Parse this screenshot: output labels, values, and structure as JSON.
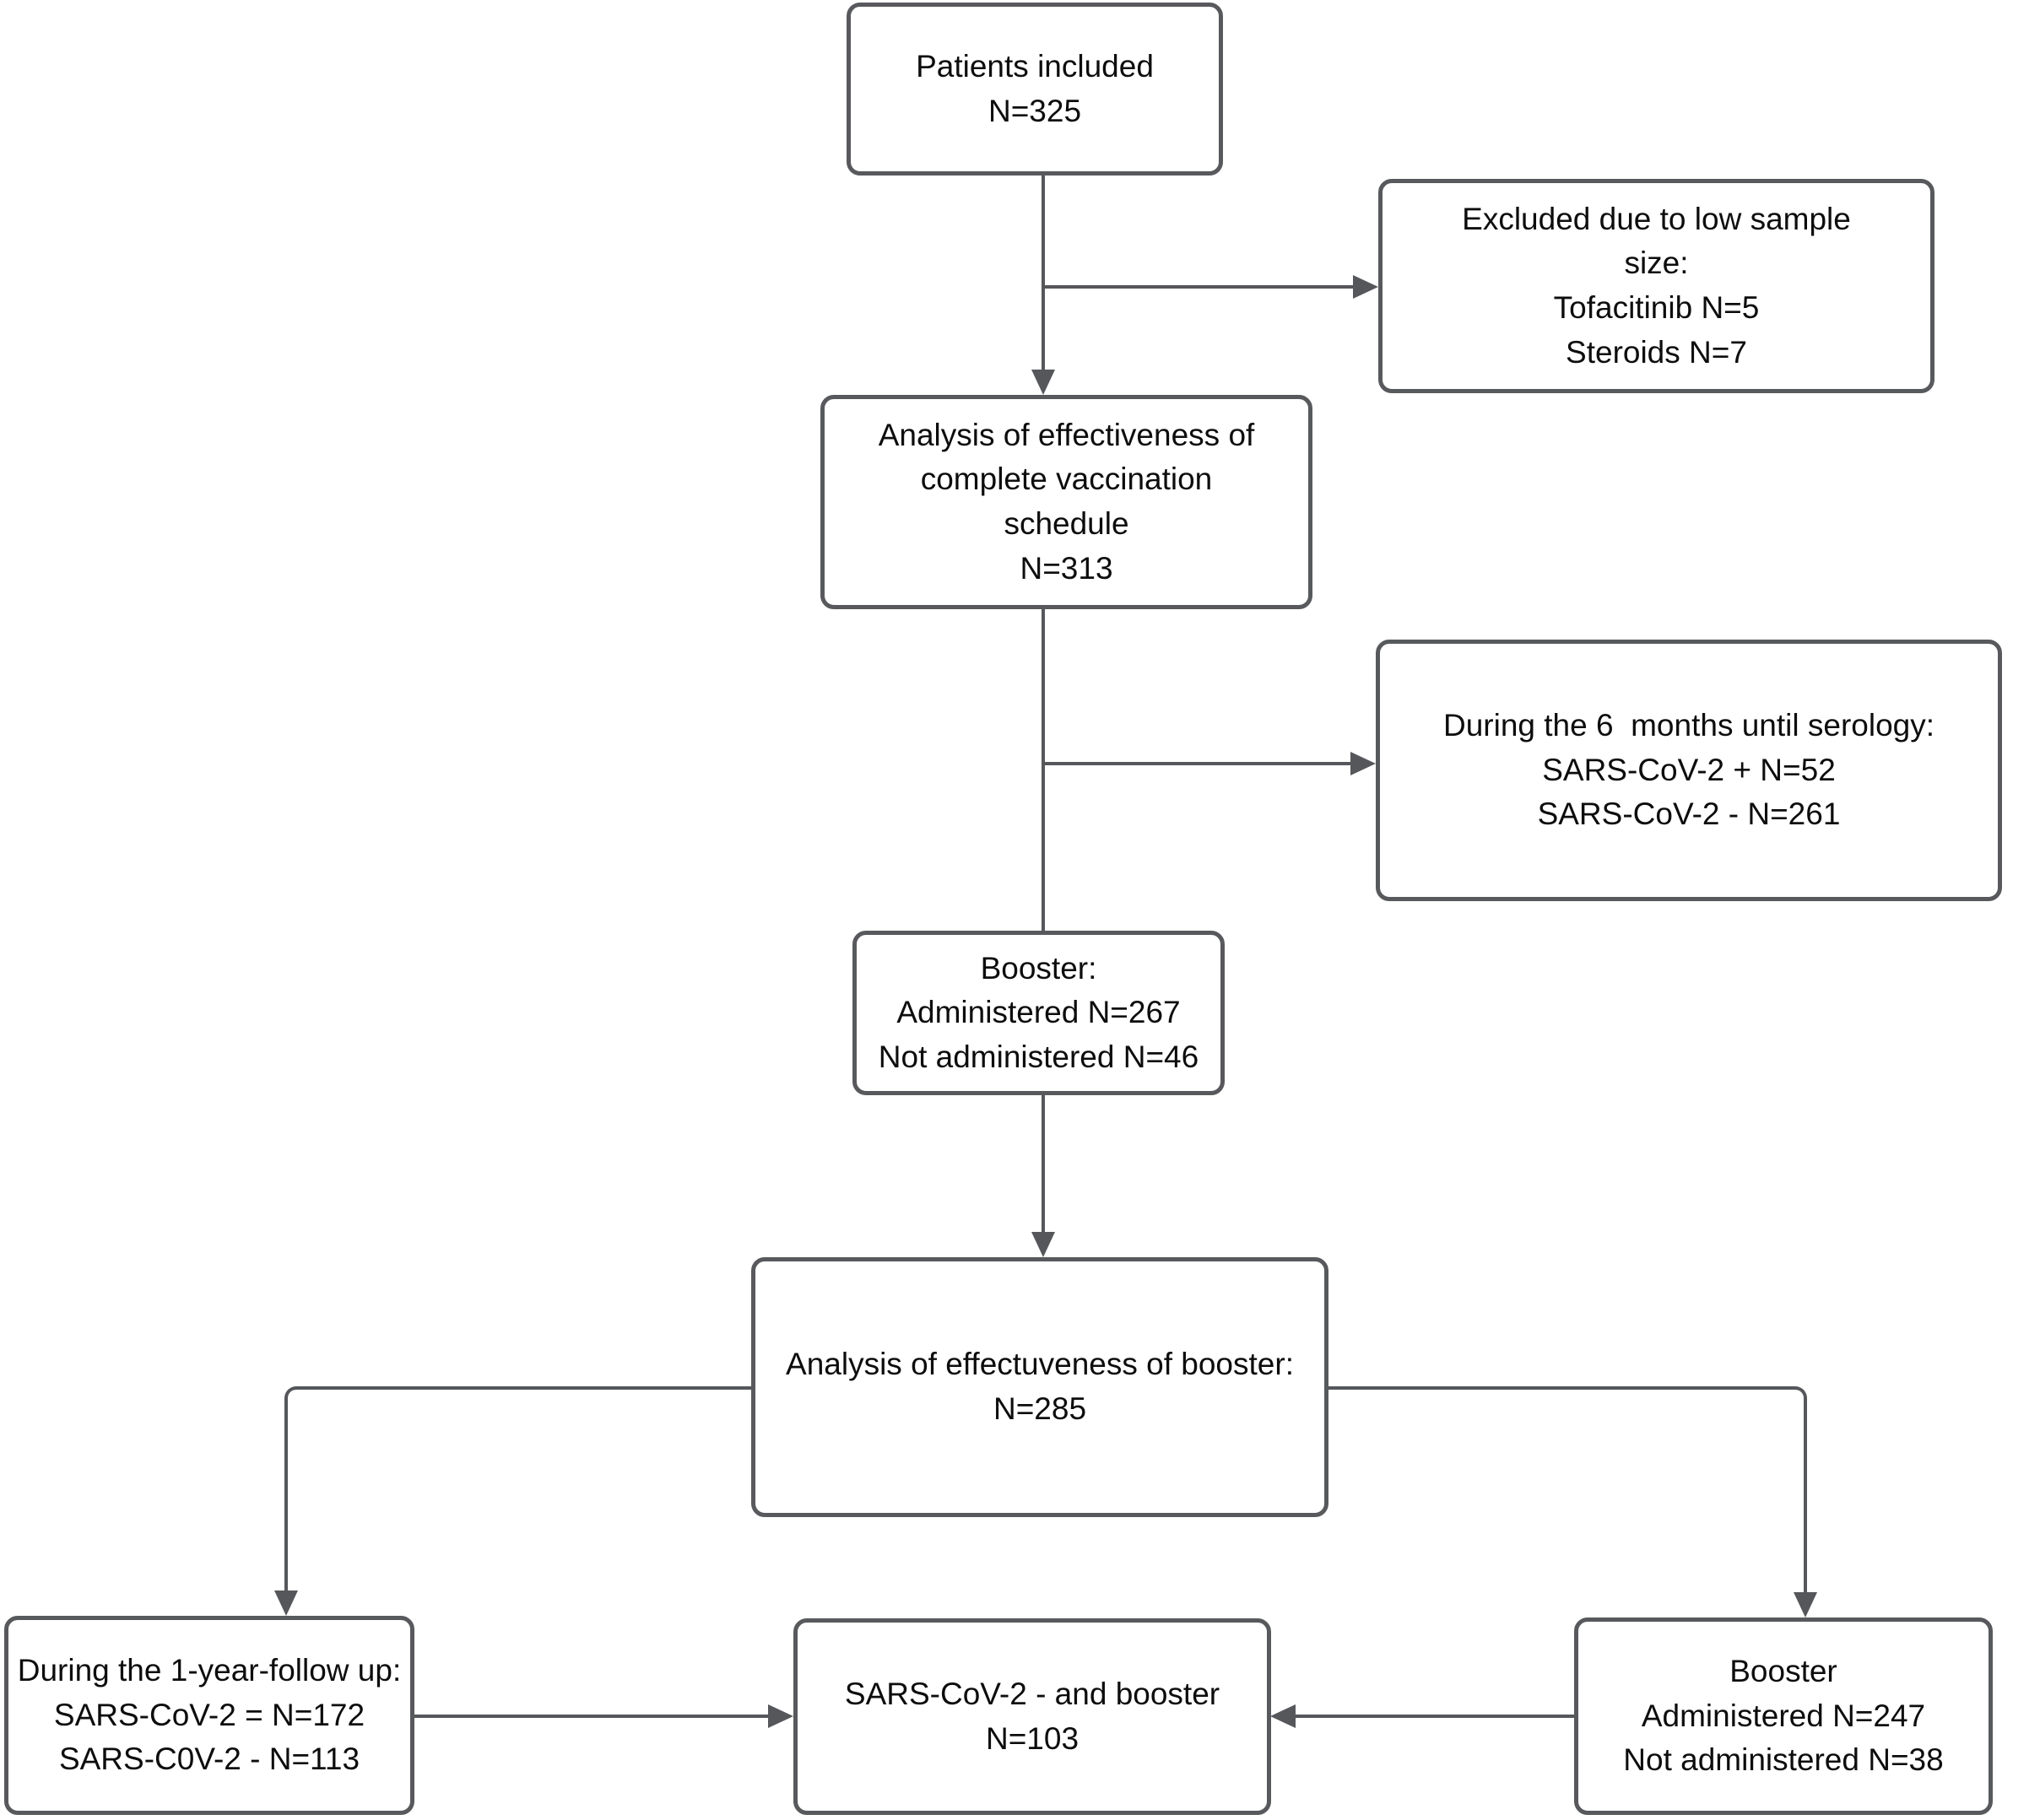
{
  "flowchart": {
    "colors": {
      "box_border": "#58595c",
      "connector": "#55575a",
      "text": "#0d0d0d",
      "background": "#ffffff"
    },
    "nodes": [
      {
        "id": "patients-included",
        "lines": [
          "Patients included",
          "N=325"
        ]
      },
      {
        "id": "excluded-low-sample",
        "lines": [
          "Excluded due to low sample",
          "size:",
          "Tofacitinib N=5",
          "Steroids N=7"
        ]
      },
      {
        "id": "analysis-vaccination",
        "lines": [
          "Analysis of effectiveness of",
          "complete vaccination",
          "schedule",
          "N=313"
        ]
      },
      {
        "id": "serology-6-months",
        "lines": [
          "During the 6  months until serology:",
          "SARS-CoV-2 + N=52",
          "SARS-CoV-2 - N=261"
        ]
      },
      {
        "id": "booster-status",
        "lines": [
          "Booster:",
          "Administered N=267",
          "Not administered N=46"
        ]
      },
      {
        "id": "analysis-booster",
        "lines": [
          "Analysis of effectuveness of booster:",
          "N=285"
        ]
      },
      {
        "id": "followup-1-year",
        "lines": [
          "During the 1-year-follow up:",
          "SARS-CoV-2 = N=172",
          "SARS-C0V-2 - N=113"
        ]
      },
      {
        "id": "sars-neg-and-booster",
        "lines": [
          "SARS-CoV-2 - and booster",
          "N=103"
        ]
      },
      {
        "id": "booster-administered",
        "lines": [
          "Booster",
          "Administered N=247",
          "Not administered N=38"
        ]
      }
    ],
    "edges": [
      {
        "from": "patients-included",
        "to": "analysis-vaccination"
      },
      {
        "from": "patients-included",
        "to": "excluded-low-sample"
      },
      {
        "from": "analysis-vaccination",
        "to": "booster-status"
      },
      {
        "from": "analysis-vaccination",
        "to": "serology-6-months"
      },
      {
        "from": "booster-status",
        "to": "analysis-booster"
      },
      {
        "from": "analysis-booster",
        "to": "followup-1-year"
      },
      {
        "from": "analysis-booster",
        "to": "booster-administered"
      },
      {
        "from": "followup-1-year",
        "to": "sars-neg-and-booster"
      },
      {
        "from": "booster-administered",
        "to": "sars-neg-and-booster"
      }
    ]
  }
}
